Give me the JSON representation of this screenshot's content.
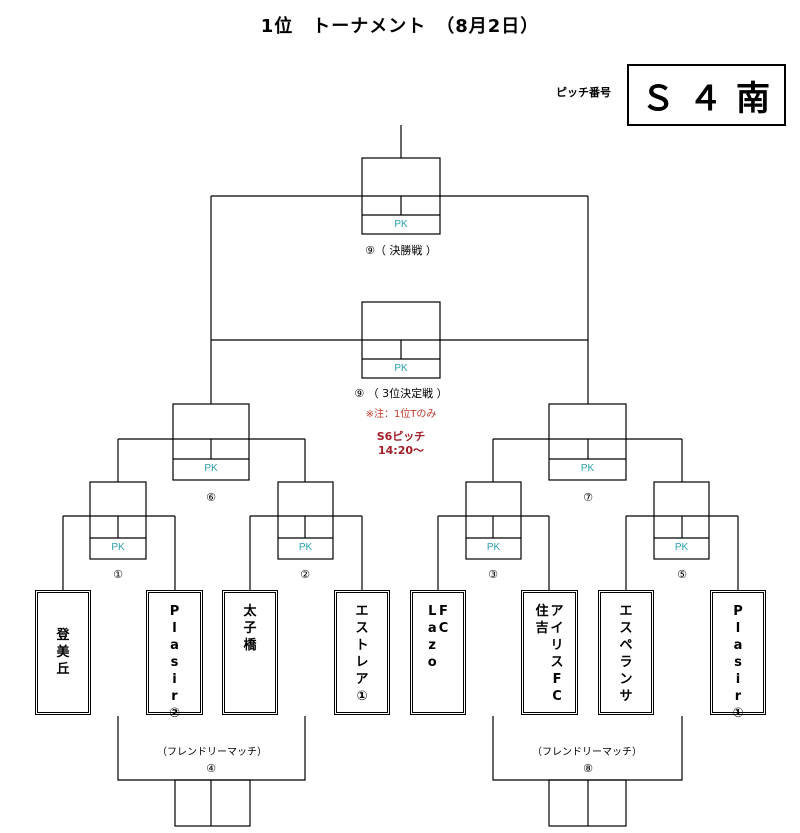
{
  "title": "1位　トーナメント　（8月2日）",
  "pitch": {
    "label": "ピッチ番号",
    "value": "Ｓ ４ 南"
  },
  "pk_label": "PK",
  "matches": {
    "final": "⑨（ 決勝戦 ）",
    "third_place": "⑨ （ 3位決定戦 ）",
    "m1": "①",
    "m2": "②",
    "m3": "③",
    "m5": "⑤",
    "m6": "⑥",
    "m7": "⑦"
  },
  "third_place_note": "※注：1位Tのみ",
  "s6_note": {
    "line1": "S6ピッチ",
    "line2": "14:20～"
  },
  "friendly": [
    {
      "label": "（フレンドリーマッチ）",
      "number": "④"
    },
    {
      "label": "（フレンドリーマッチ）",
      "number": "⑧"
    }
  ],
  "teams": [
    {
      "name": "登美丘",
      "columns": [
        "登美丘"
      ]
    },
    {
      "name": "Plasir②",
      "columns": [
        "Plasir②"
      ]
    },
    {
      "name": "太子橋",
      "columns": [
        "太子橋"
      ]
    },
    {
      "name": "エストレア①",
      "columns": [
        "エストレア①"
      ]
    },
    {
      "name": "FC Lazo",
      "columns": [
        "FC",
        "Lazo"
      ]
    },
    {
      "name": "アイリスFC 住吉",
      "columns": [
        "アイリスFC",
        "住吉"
      ]
    },
    {
      "name": "エスペランサ",
      "columns": [
        "エスペランサ"
      ]
    },
    {
      "name": "Plasir①",
      "columns": [
        "Plasir①"
      ]
    }
  ],
  "colors": {
    "pk": "#2a9fb0",
    "note": "#c0392b",
    "s6": "#a0202a",
    "line": "#000000"
  }
}
